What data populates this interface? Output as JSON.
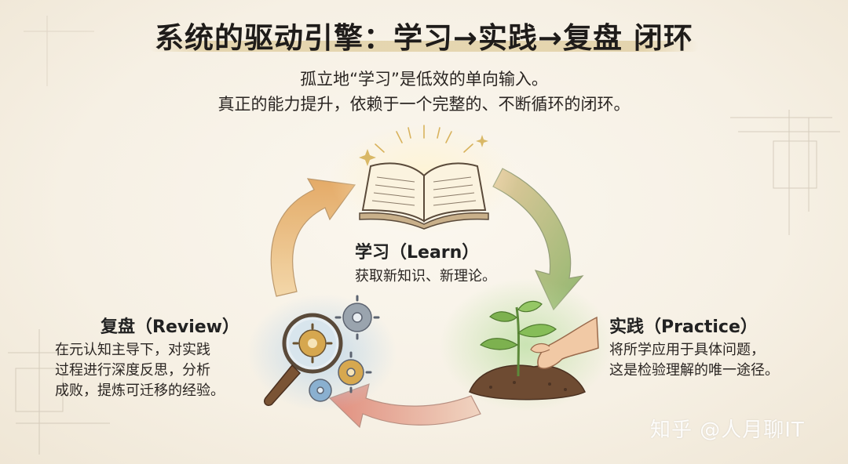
{
  "title": "系统的驱动引擎：学习→实践→复盘 闭环",
  "subtitle": {
    "line1": "孤立地“学习”是低效的单向输入。",
    "line2": "真正的能力提升，依赖于一个完整的、不断循环的闭环。"
  },
  "stages": {
    "learn": {
      "label": "学习（Learn）",
      "desc": "获取新知识、新理论。",
      "icon": "open-book-icon"
    },
    "practice": {
      "label": "实践（Practice）",
      "desc_lines": [
        "将所学应用于具体问题，",
        "这是检验理解的唯一途径。"
      ],
      "icon": "sprout-in-hand-icon"
    },
    "review": {
      "label": "复盘（Review）",
      "desc_lines": [
        "在元认知主导下，对实践",
        "过程进行深度反思，分析",
        "成败，提炼可迁移的经验。"
      ],
      "icon": "magnifier-gears-icon"
    }
  },
  "watermark": "知乎 @人月聊IT",
  "colors": {
    "background": "#f5efe3",
    "arrow_learn_to_practice": "#9bbf7c",
    "arrow_practice_to_review": "#e39a8a",
    "arrow_review_to_learn": "#e9b97a",
    "highlight": "#d6be82"
  }
}
